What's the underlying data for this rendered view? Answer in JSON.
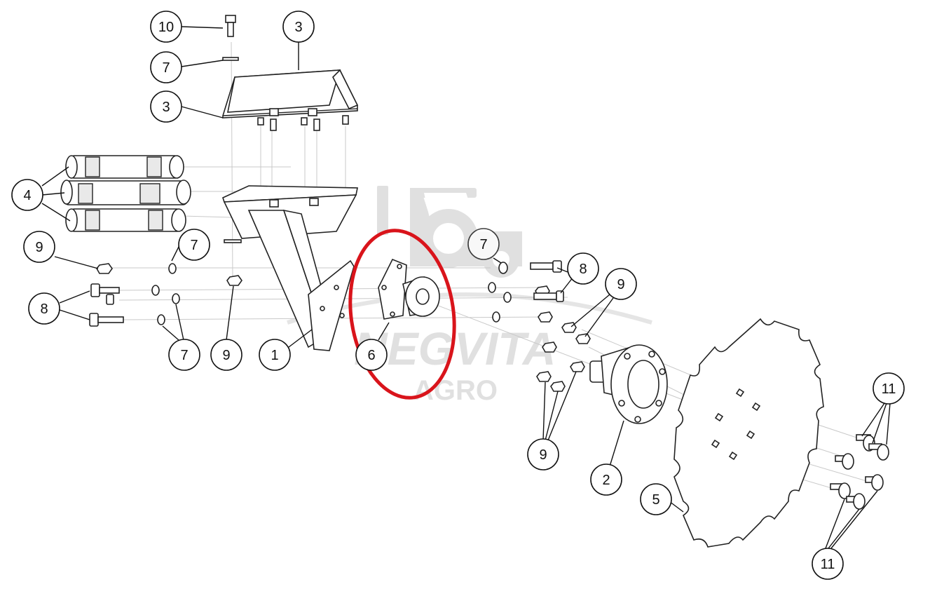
{
  "watermark": {
    "brand_top": "NEGVITA",
    "brand_bottom": "AGRO",
    "icon": "tractor-icon",
    "color": "#c8c8c8"
  },
  "highlight": {
    "color": "#d9141b",
    "part_number": "6"
  },
  "callouts": [
    {
      "id": "c10",
      "label": "10"
    },
    {
      "id": "c3a",
      "label": "3"
    },
    {
      "id": "c7a",
      "label": "7"
    },
    {
      "id": "c3b",
      "label": "3"
    },
    {
      "id": "c4",
      "label": "4"
    },
    {
      "id": "c9a",
      "label": "9"
    },
    {
      "id": "c7b",
      "label": "7"
    },
    {
      "id": "c8a",
      "label": "8"
    },
    {
      "id": "c7c",
      "label": "7"
    },
    {
      "id": "c9b",
      "label": "9"
    },
    {
      "id": "c1",
      "label": "1"
    },
    {
      "id": "c6",
      "label": "6"
    },
    {
      "id": "c7d",
      "label": "7"
    },
    {
      "id": "c8b",
      "label": "8"
    },
    {
      "id": "c9c",
      "label": "9"
    },
    {
      "id": "c9d",
      "label": "9"
    },
    {
      "id": "c2",
      "label": "2"
    },
    {
      "id": "c5",
      "label": "5"
    },
    {
      "id": "c11a",
      "label": "11"
    },
    {
      "id": "c11b",
      "label": "11"
    }
  ]
}
